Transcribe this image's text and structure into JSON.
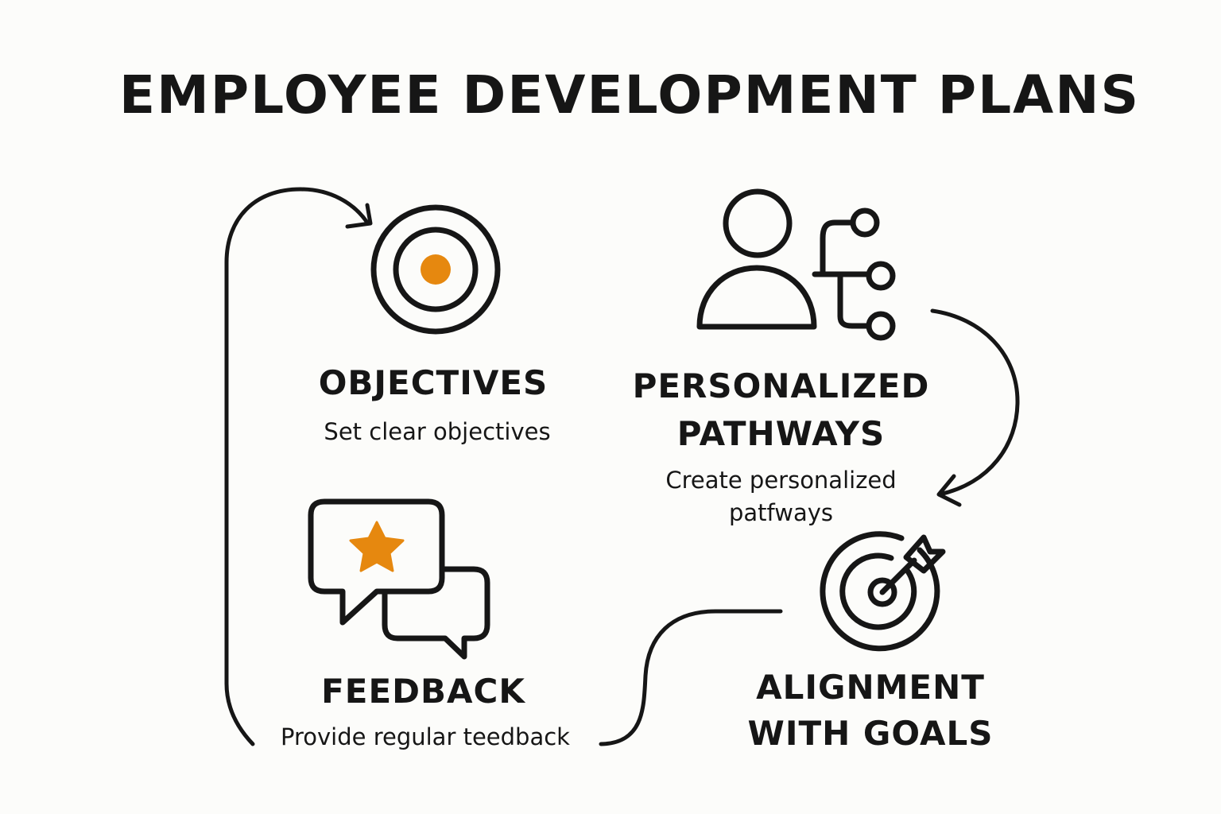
{
  "title": "EMPLOYEE DEVELOPMENT PLANS",
  "colors": {
    "ink": "#161616",
    "accent": "#e6880f",
    "background": "#fcfcfa"
  },
  "steps": [
    {
      "heading": [
        "OBJECTIVES"
      ],
      "description": [
        "Set clear objectives"
      ],
      "icon": "target-dot-icon"
    },
    {
      "heading": [
        "PERSONALIZED",
        "PATHWAYS"
      ],
      "description": [
        "Create personalized",
        "patfways"
      ],
      "icon": "person-branch-icon"
    },
    {
      "heading": [
        "FEEDBACK"
      ],
      "description": [
        "Provide regular teedback"
      ],
      "icon": "chat-star-icon"
    },
    {
      "heading": [
        "ALIGNMENT",
        "WITH GOALS"
      ],
      "description": [],
      "icon": "bullseye-arrow-icon"
    }
  ]
}
